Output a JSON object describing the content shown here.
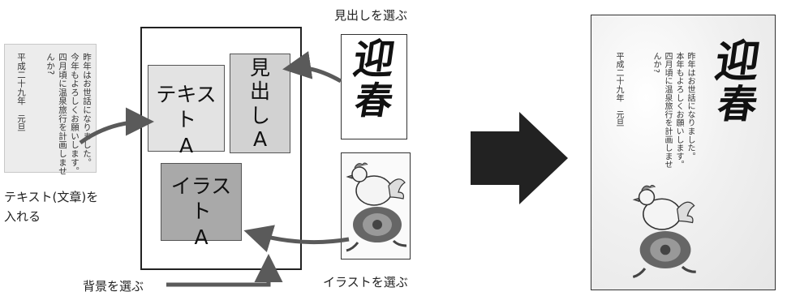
{
  "captions": {
    "choose_heading": "見出しを選ぶ",
    "enter_text_line1": "テキスト(文章)を",
    "enter_text_line2": "入れる",
    "choose_background": "背景を選ぶ",
    "choose_illustration": "イラストを選ぶ"
  },
  "letter": {
    "lines": [
      "昨年はお世話になりました。",
      "今年もよろしくお願いします。",
      "四月頃に温泉旅行を計画しませ",
      "んか?",
      "平成二十九年　元旦"
    ]
  },
  "result_letter": {
    "lines": [
      "昨年はお世話になりました。",
      "本年もよろしくお願いします。",
      "四月頃に温泉旅行を計画しませ",
      "んか?",
      "平成二十九年　元旦"
    ]
  },
  "slots": {
    "text_line1": "テキスト",
    "text_line2": "A",
    "heading_line1": "見",
    "heading_line2": "出",
    "heading_line3": "し",
    "heading_line4": "A",
    "illust_line1": "イラスト",
    "illust_line2": "A"
  },
  "calligraphy": {
    "char1": "迎",
    "char2": "春"
  },
  "colors": {
    "arrow_gray": "#5a5a5a",
    "big_arrow": "#222222",
    "slot_light": "#e3e3e3",
    "slot_mid": "#d2d2d2",
    "slot_dark": "#a9a9a9"
  }
}
